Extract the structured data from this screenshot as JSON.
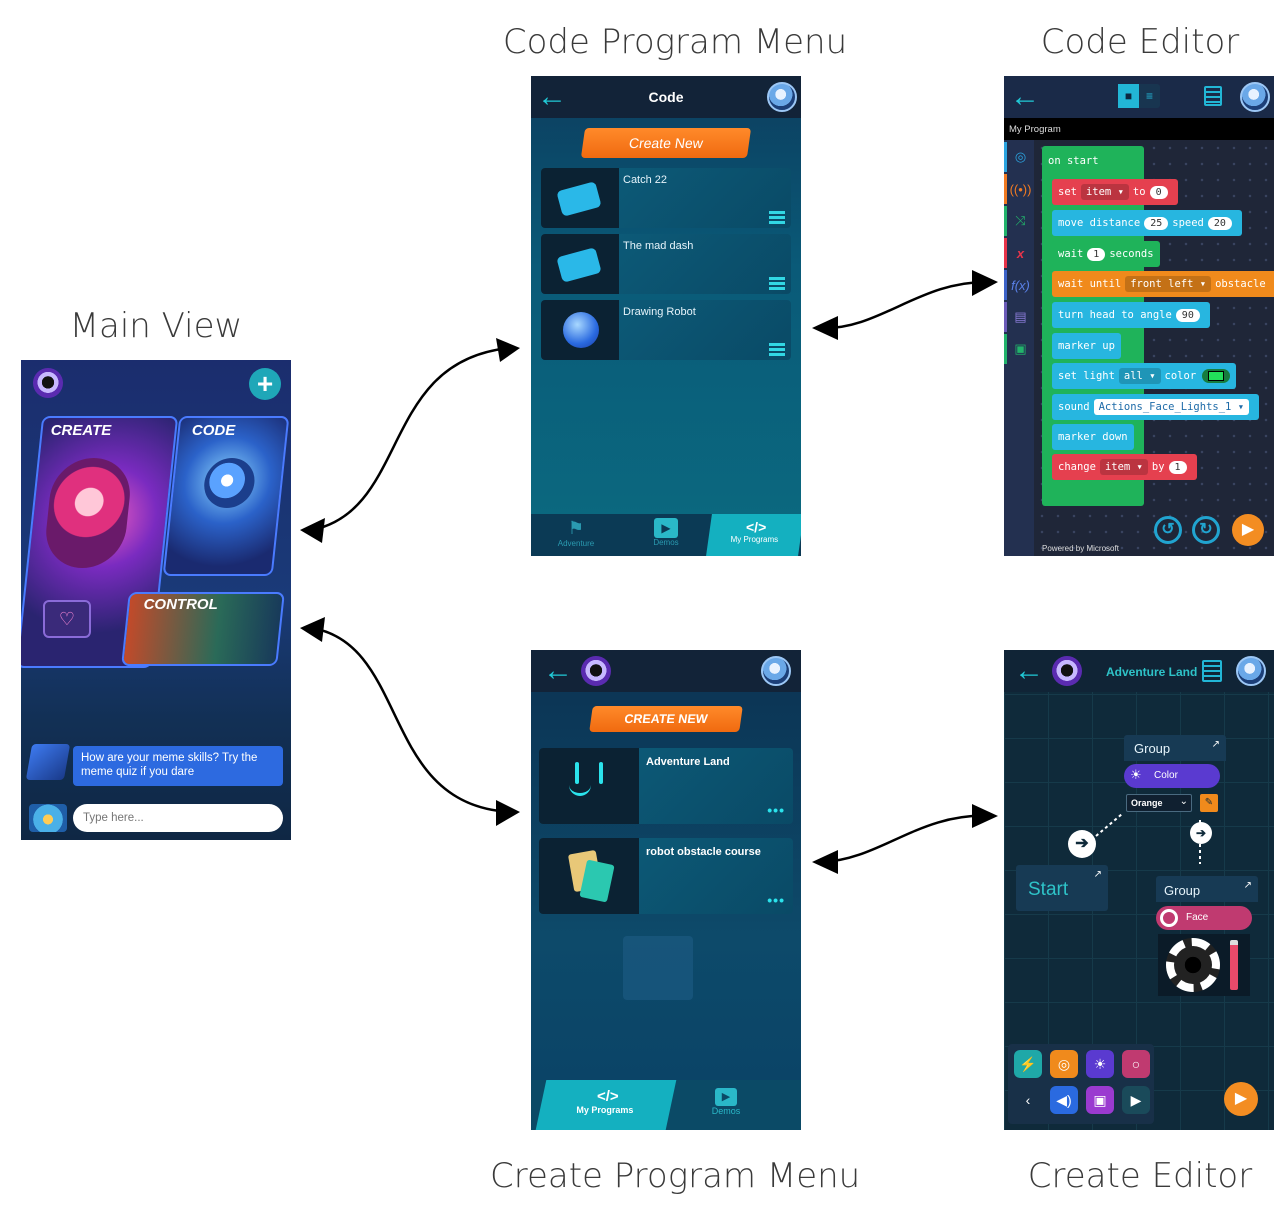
{
  "captions": {
    "main_view": "Main View",
    "code_menu": "Code Program Menu",
    "code_editor": "Code Editor",
    "create_menu": "Create Program Menu",
    "create_editor": "Create Editor"
  },
  "main_view": {
    "tiles": {
      "create": "CREATE",
      "code": "CODE",
      "control": "CONTROL"
    },
    "chat_message": "How are your meme skills? Try the meme quiz if you dare",
    "chat_placeholder": "Type here...",
    "add_icon": "plus-icon"
  },
  "code_menu": {
    "title": "Code",
    "create_button": "Create New",
    "programs": [
      "Catch 22",
      "The mad dash",
      "Drawing Robot"
    ],
    "tabs": [
      "Adventure",
      "Demos",
      "My Programs"
    ],
    "active_tab": "My Programs"
  },
  "code_editor": {
    "program_name": "My Program",
    "footer": "Powered by Microsoft",
    "categories": [
      {
        "icon": "target-icon",
        "color": "#2ba4e0"
      },
      {
        "icon": "broadcast-icon",
        "color": "#f07a22"
      },
      {
        "icon": "shuffle-icon",
        "color": "#22b36b"
      },
      {
        "icon": "variable-icon",
        "color": "#e8344a"
      },
      {
        "icon": "function-icon",
        "color": "#3d63c9"
      },
      {
        "icon": "calculator-icon",
        "color": "#6b5bb8"
      },
      {
        "icon": "extension-icon",
        "color": "#22b36b"
      }
    ],
    "blocks": {
      "on_start": "on start",
      "set": "set",
      "item": "item",
      "to": "to",
      "zero": "0",
      "move": "move",
      "distance": "distance",
      "twentyfive": "25",
      "speed": "speed",
      "twenty": "20",
      "wait": "wait",
      "one": "1",
      "seconds": "seconds",
      "wait_until": "wait until",
      "front_left": "front left",
      "obstacle": "obstacle",
      "turn_head": "turn head to",
      "angle": "angle",
      "ninety": "90",
      "marker_up": "marker up",
      "set_light": "set",
      "light": "light",
      "all": "all",
      "color": "color",
      "sound": "sound",
      "sound_name": "Actions_Face_Lights_1",
      "marker_down": "marker down",
      "change": "change",
      "by": "by",
      "one_b": "1"
    },
    "colors": {
      "green": "#1fb35a",
      "red": "#e5404f",
      "cyan": "#27b6e0",
      "orange": "#f08a1c"
    }
  },
  "create_menu": {
    "create_button": "CREATE NEW",
    "programs": [
      "Adventure Land",
      "robot obstacle course"
    ],
    "tabs": [
      "My Programs",
      "Demos"
    ],
    "active_tab": "My Programs"
  },
  "create_editor": {
    "title": "Adventure Land",
    "start": "Start",
    "group1": "Group",
    "color_node": "Color",
    "color_value": "Orange",
    "group2": "Group",
    "face_node": "Face"
  }
}
